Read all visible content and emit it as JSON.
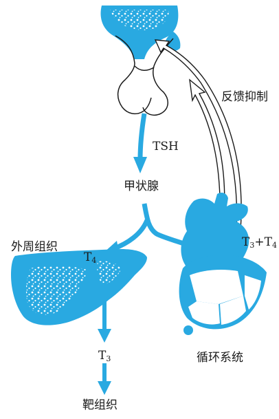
{
  "diagram": {
    "feedback_label": "反馈抑制",
    "tsh_label": "TSH",
    "thyroid_label": "甲状腺",
    "peripheral_label": "外周组织",
    "t4_label": {
      "base": "T",
      "sub": "4"
    },
    "t3t4_label": {
      "a": "T",
      "a_sub": "3",
      "plus": "+T",
      "b_sub": "4"
    },
    "t3_label": {
      "base": "T",
      "sub": "3"
    },
    "circulation_label": "循环系统",
    "target_label": "靶组织",
    "colors": {
      "organ_blue": "#29a9e1",
      "outline": "#1a1a1a",
      "speckle": "#ffffff"
    }
  }
}
